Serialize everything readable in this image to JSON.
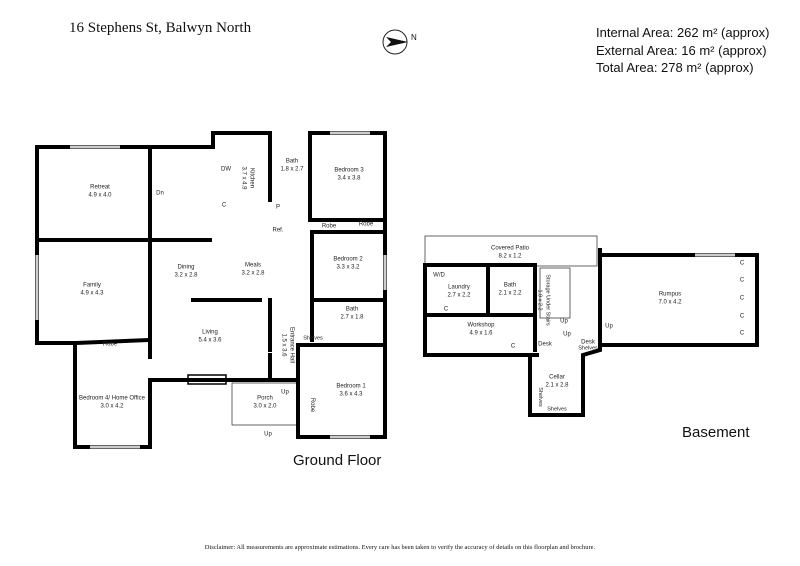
{
  "header": {
    "address": "16 Stephens St, Balwyn North",
    "compass_label": "N",
    "areas": [
      "Internal Area: 262 m² (approx)",
      "External Area: 16 m² (approx)",
      "Total Area: 278 m² (approx)"
    ]
  },
  "ground_floor": {
    "label": "Ground Floor",
    "rooms": [
      {
        "name": "Retreat",
        "dims": "4.9 x 4.0"
      },
      {
        "name": "Family",
        "dims": "4.9 x 4.3"
      },
      {
        "name": "Dining",
        "dims": "3.2 x 2.8"
      },
      {
        "name": "Meals",
        "dims": "3.2 x 2.8"
      },
      {
        "name": "Kitchen",
        "dims": "3.7 x 4.9"
      },
      {
        "name": "Bath",
        "dims": "1.8 x 2.7"
      },
      {
        "name": "Bedroom 3",
        "dims": "3.4 x 3.8"
      },
      {
        "name": "Bedroom 2",
        "dims": "3.3 x 3.2"
      },
      {
        "name": "Bath",
        "dims": "2.7 x 1.8"
      },
      {
        "name": "Living",
        "dims": "5.4 x 3.6"
      },
      {
        "name": "Entrance Hall",
        "dims": "1.5 x 3.6"
      },
      {
        "name": "Bedroom 1",
        "dims": "3.6 x 4.3"
      },
      {
        "name": "Porch",
        "dims": "3.0 x 2.0"
      },
      {
        "name": "Bedroom 4/ Home Office",
        "dims": "3.0 x 4.2"
      }
    ],
    "fixtures": {
      "dn": "Dn",
      "dw": "DW",
      "c": "C",
      "p": "P",
      "ref": "Ref.",
      "robe": "Robe",
      "shelves": "Shelves",
      "up": "Up"
    }
  },
  "basement": {
    "label": "Basement",
    "rooms": [
      {
        "name": "Covered Patio",
        "dims": "8.2 x 1.2"
      },
      {
        "name": "Laundry",
        "dims": "2.7 x 2.2"
      },
      {
        "name": "Bath",
        "dims": "2.1 x 2.2"
      },
      {
        "name": "Storage Under Stairs",
        "dims": "1.9 x 2.2"
      },
      {
        "name": "Workshop",
        "dims": "4.9 x 1.6"
      },
      {
        "name": "Rumpus",
        "dims": "7.0 x 4.2"
      },
      {
        "name": "Cellar",
        "dims": "2.1 x 2.8"
      }
    ],
    "fixtures": {
      "wd": "W/D",
      "c": "C",
      "desk": "Desk",
      "shelves": "Shelves",
      "up": "Up"
    }
  },
  "disclaimer": "Disclaimer: All measurements are approximate estimations. Every care has been taken to verify the accuracy of details on this floorplan and brochure."
}
